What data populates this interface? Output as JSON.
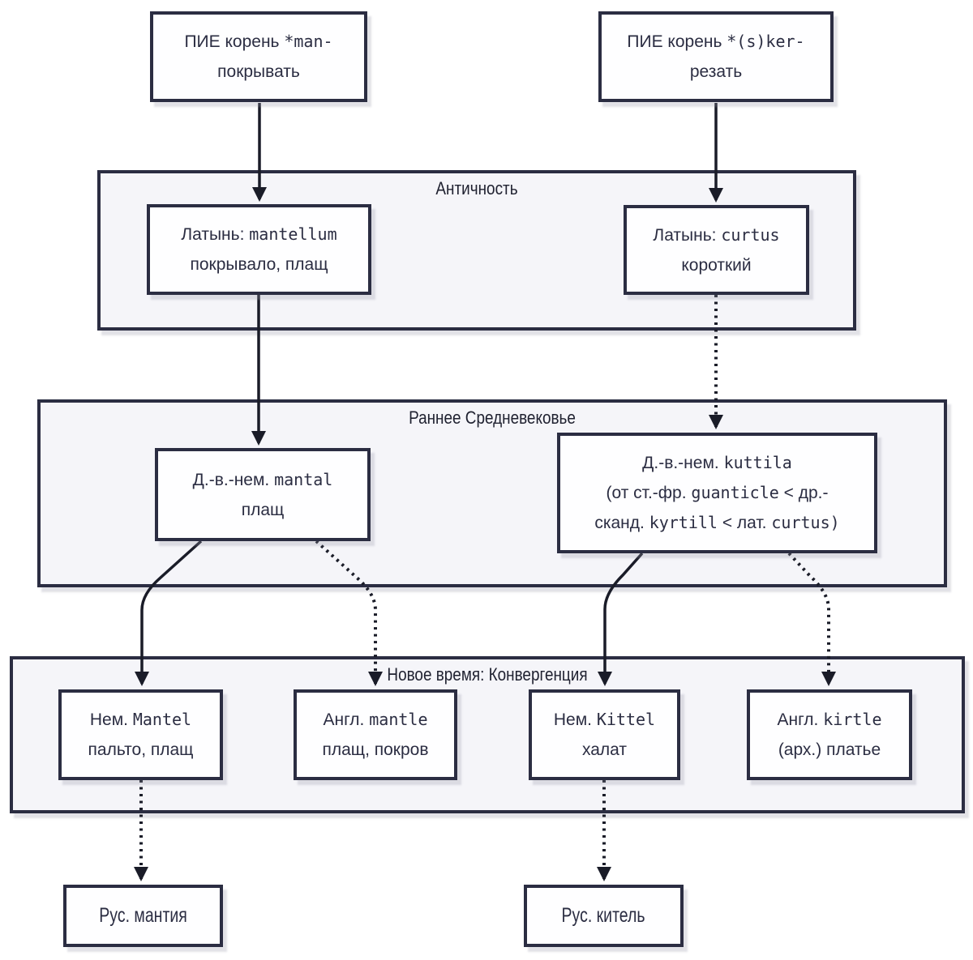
{
  "diagram": {
    "type": "flowchart",
    "direction": "top-down",
    "topic": "Этимология слов: мантия / китель",
    "colors": {
      "node_border": "#2b2d42",
      "node_fill": "#fefeff",
      "group_fill": "#f5f5f9",
      "edge": "#1a1c28",
      "text": "#2b2d42",
      "background": "#ffffff"
    }
  },
  "groups": [
    {
      "id": "antiquity",
      "label": "Античность"
    },
    {
      "id": "early-medieval",
      "label": "Раннее Средневековье"
    },
    {
      "id": "modern",
      "label": "Новое время: Конвергенция"
    }
  ],
  "nodes": [
    {
      "id": "pie-man",
      "group": null,
      "lines": [
        "ПИЕ корень *man-",
        "покрывать"
      ]
    },
    {
      "id": "pie-sker",
      "group": null,
      "lines": [
        "ПИЕ корень *(s)ker-",
        "резать"
      ]
    },
    {
      "id": "lat-mantellum",
      "group": "antiquity",
      "lines": [
        "Латынь: mantellum",
        "покрывало, плащ"
      ]
    },
    {
      "id": "lat-curtus",
      "group": "antiquity",
      "lines": [
        "Латынь: curtus",
        "короткий"
      ]
    },
    {
      "id": "ohg-mantal",
      "group": "early-medieval",
      "lines": [
        "Д.-в.-нем. mantal",
        "плащ"
      ]
    },
    {
      "id": "ohg-kuttila",
      "group": "early-medieval",
      "lines": [
        "Д.-в.-нем. kuttila",
        "(от ст.-фр. guanticle < др.-",
        "сканд. kyrtill < лат. curtus)"
      ]
    },
    {
      "id": "de-mantel",
      "group": "modern",
      "lines": [
        "Нем. Mantel",
        "пальто, плащ"
      ]
    },
    {
      "id": "en-mantle",
      "group": "modern",
      "lines": [
        "Англ. mantle",
        "плащ, покров"
      ]
    },
    {
      "id": "de-kittel",
      "group": "modern",
      "lines": [
        "Нем. Kittel",
        "халат"
      ]
    },
    {
      "id": "en-kirtle",
      "group": "modern",
      "lines": [
        "Англ. kirtle",
        "(арх.) платье"
      ]
    },
    {
      "id": "ru-mantiya",
      "group": null,
      "lines": [
        "Рус. мантия"
      ]
    },
    {
      "id": "ru-kitel",
      "group": null,
      "lines": [
        "Рус. китель"
      ]
    }
  ],
  "edges": [
    {
      "from": "pie-man",
      "to": "lat-mantellum",
      "style": "solid"
    },
    {
      "from": "pie-sker",
      "to": "lat-curtus",
      "style": "solid"
    },
    {
      "from": "lat-mantellum",
      "to": "ohg-mantal",
      "style": "solid"
    },
    {
      "from": "lat-curtus",
      "to": "ohg-kuttila",
      "style": "dotted"
    },
    {
      "from": "ohg-mantal",
      "to": "de-mantel",
      "style": "solid"
    },
    {
      "from": "ohg-mantal",
      "to": "en-mantle",
      "style": "dotted"
    },
    {
      "from": "ohg-kuttila",
      "to": "de-kittel",
      "style": "solid"
    },
    {
      "from": "ohg-kuttila",
      "to": "en-kirtle",
      "style": "dotted"
    },
    {
      "from": "de-mantel",
      "to": "ru-mantiya",
      "style": "dotted"
    },
    {
      "from": "de-kittel",
      "to": "ru-kitel",
      "style": "dotted"
    }
  ]
}
